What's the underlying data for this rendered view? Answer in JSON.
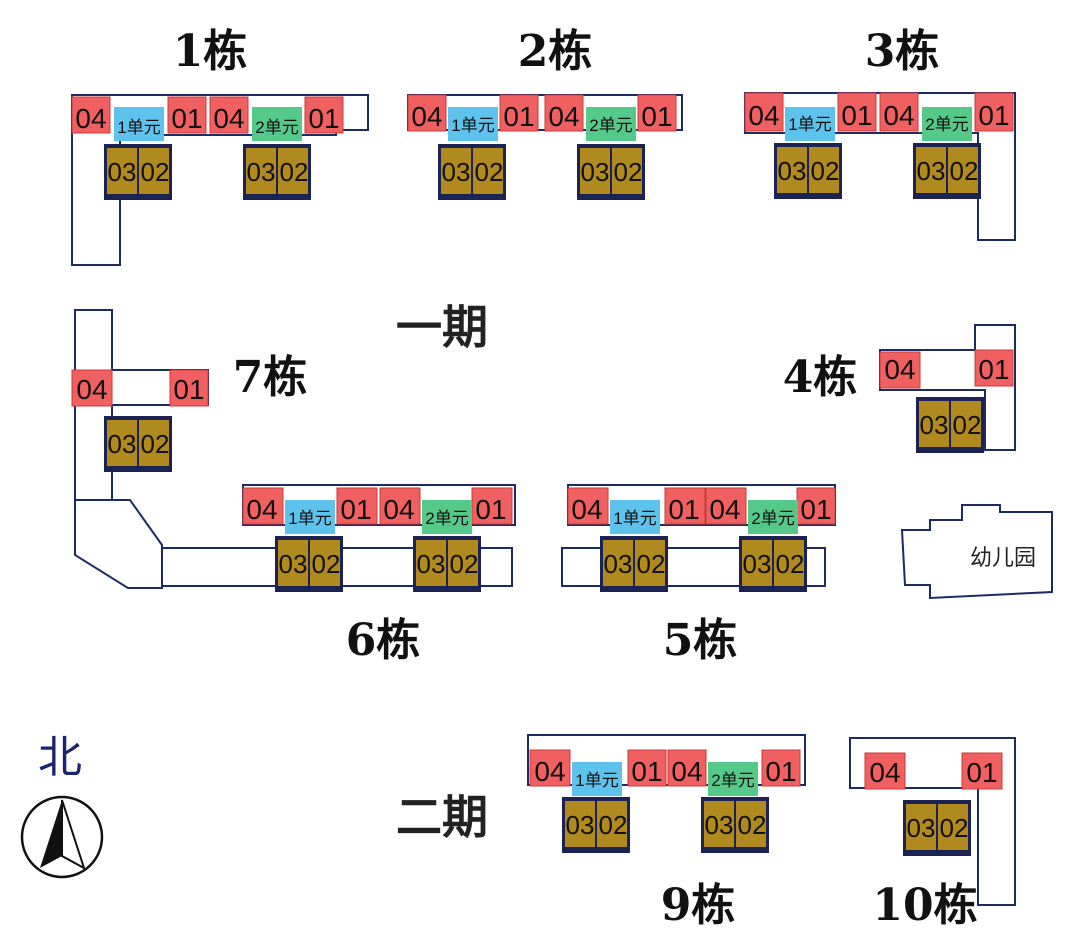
{
  "buildings": {
    "b1": "1栋",
    "b2": "2栋",
    "b3": "3栋",
    "b4": "4栋",
    "b5": "5栋",
    "b6": "6栋",
    "b7": "7栋",
    "b9": "9栋",
    "b10": "10栋"
  },
  "phases": {
    "phase1": "一期",
    "phase2": "二期"
  },
  "units": {
    "u01": "01",
    "u02": "02",
    "u03": "03",
    "u04": "04"
  },
  "sections": {
    "s1": "1单元",
    "s2": "2单元"
  },
  "kindergarten": "幼儿园",
  "north": "北",
  "colors": {
    "unit_red": "#f06060",
    "unit_gold": "#b08a1e",
    "section1_blue": "#5ec3ec",
    "section2_green": "#55c98a",
    "outline_navy": "#1c2a66"
  }
}
